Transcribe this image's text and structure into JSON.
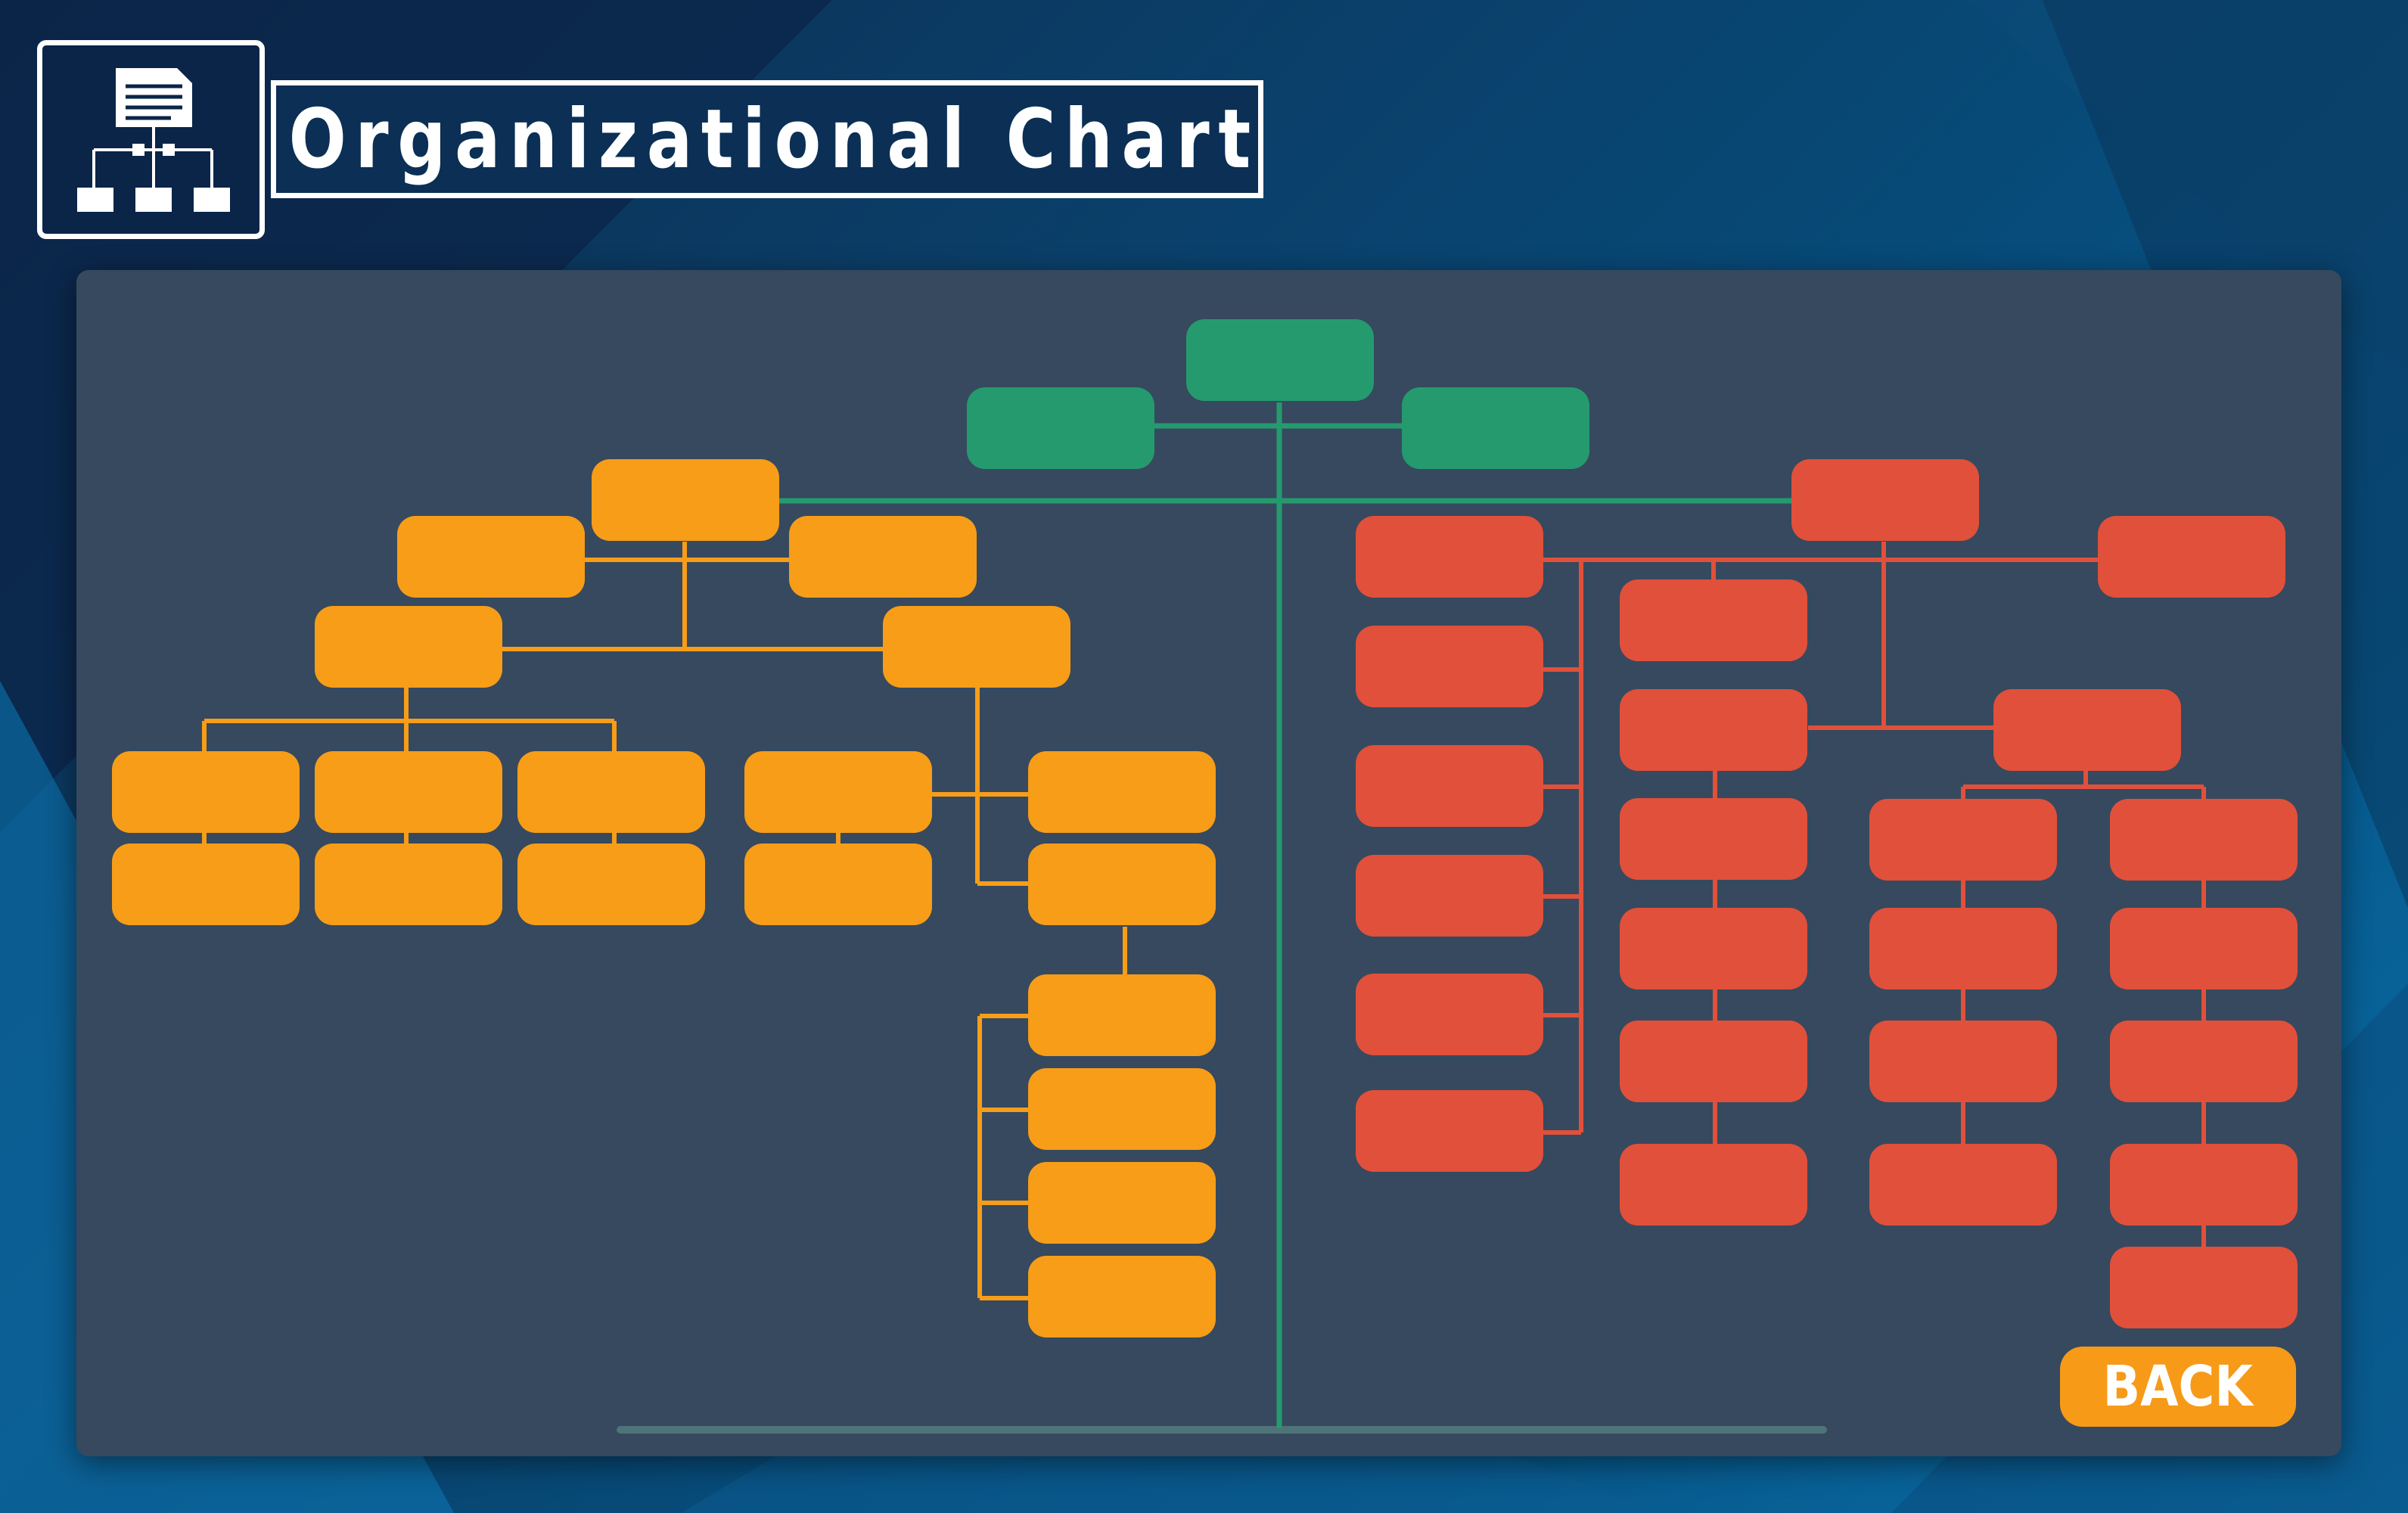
{
  "header": {
    "title": "Organizational Chart",
    "icon": "org-chart-icon"
  },
  "footer": {
    "back_label": "BACK"
  },
  "colors": {
    "panel": "#36495e",
    "green": "#259a6e",
    "orange": "#f79d18",
    "red": "#e1503a",
    "line_white": "#ffffff"
  },
  "legend_groups": [
    "green",
    "orange",
    "red"
  ]
}
